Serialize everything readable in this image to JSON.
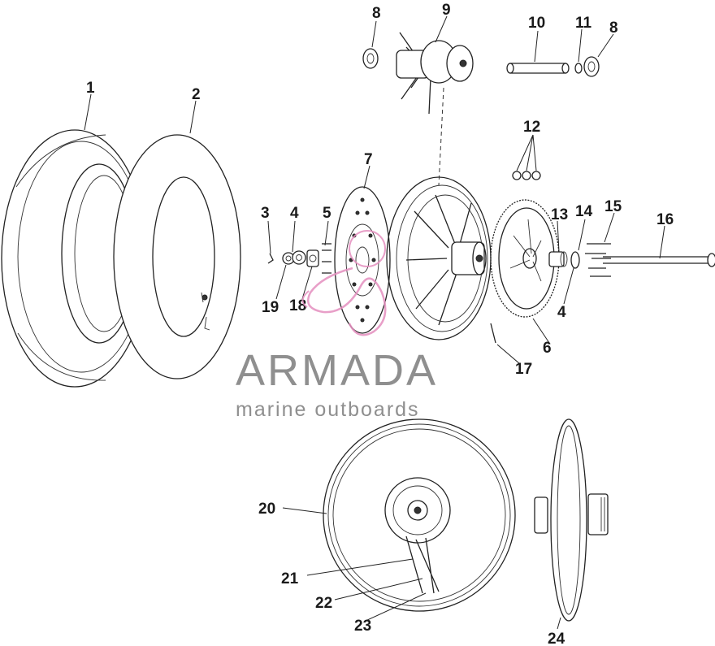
{
  "watermark": {
    "brand": "ARMADA",
    "tagline": "marine outboards",
    "brand_color": "#8f8f8f",
    "logo_color": "#e58fbf"
  },
  "callouts": [
    "1",
    "2",
    "3",
    "4",
    "5",
    "6",
    "7",
    "8",
    "9",
    "10",
    "11",
    "8",
    "12",
    "13",
    "14",
    "15",
    "16",
    "4",
    "17",
    "18",
    "19",
    "20",
    "21",
    "22",
    "23",
    "24"
  ]
}
